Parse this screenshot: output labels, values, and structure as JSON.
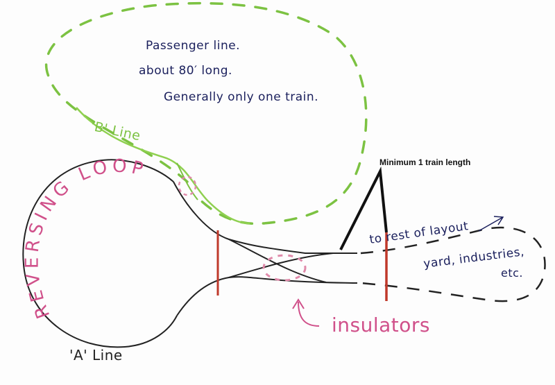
{
  "diagram": {
    "title": "Model railroad reversing loop layout sketch",
    "colors": {
      "a_line": "#222222",
      "b_line": "#7cc242",
      "reversing_loop_text": "#d0508a",
      "insulator": "#c0392b",
      "insulator_marks": "#e08aaa",
      "note_ink": "#1a1f5c",
      "callout": "#111111"
    },
    "labels": {
      "passenger_line_1": "Passenger line.",
      "passenger_line_2": "about 80′ long.",
      "passenger_line_3": "Generally only one train.",
      "b_line": "'B' Line",
      "a_line": "'A' Line",
      "reversing_loop": "REVERSING LOOP",
      "reversing_part_1": "REVERSING",
      "reversing_part_2": "LOOP",
      "minimum_length": "Minimum 1 train length",
      "to_rest": "to rest of layout",
      "yard": "yard, industries,",
      "etc": "etc.",
      "insulators": "insulators"
    }
  }
}
